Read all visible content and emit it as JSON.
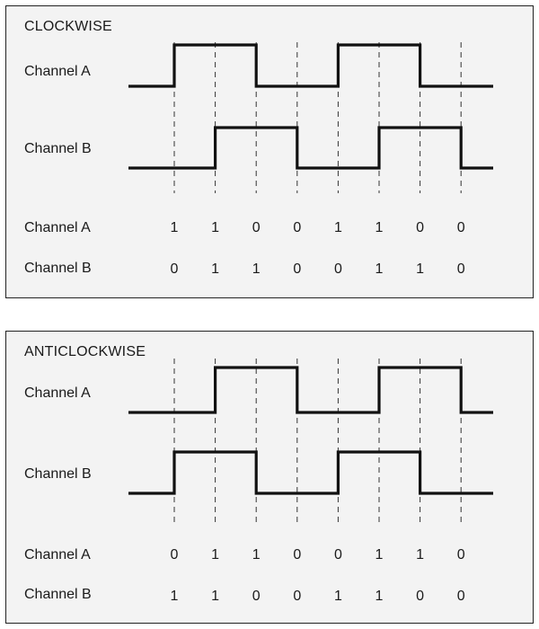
{
  "colors": {
    "panel_bg": "#f3f3f3",
    "border": "#222222",
    "signal": "#111111",
    "guide": "#333333"
  },
  "panels": [
    {
      "title": "CLOCKWISE",
      "channel_a_label": "Channel A",
      "channel_b_label": "Channel B",
      "table_channel_a_label": "Channel A",
      "table_channel_b_label": "Channel B",
      "channel_a_bits": [
        "1",
        "1",
        "0",
        "0",
        "1",
        "1",
        "0",
        "0"
      ],
      "channel_b_bits": [
        "0",
        "1",
        "1",
        "0",
        "0",
        "1",
        "1",
        "0"
      ]
    },
    {
      "title": "ANTICLOCKWISE",
      "channel_a_label": "Channel A",
      "channel_b_label": "Channel B",
      "table_channel_a_label": "Channel A",
      "table_channel_b_label": "Channel B",
      "channel_a_bits": [
        "0",
        "1",
        "1",
        "0",
        "0",
        "1",
        "1",
        "0"
      ],
      "channel_b_bits": [
        "1",
        "1",
        "0",
        "0",
        "1",
        "1",
        "0",
        "0"
      ]
    }
  ]
}
